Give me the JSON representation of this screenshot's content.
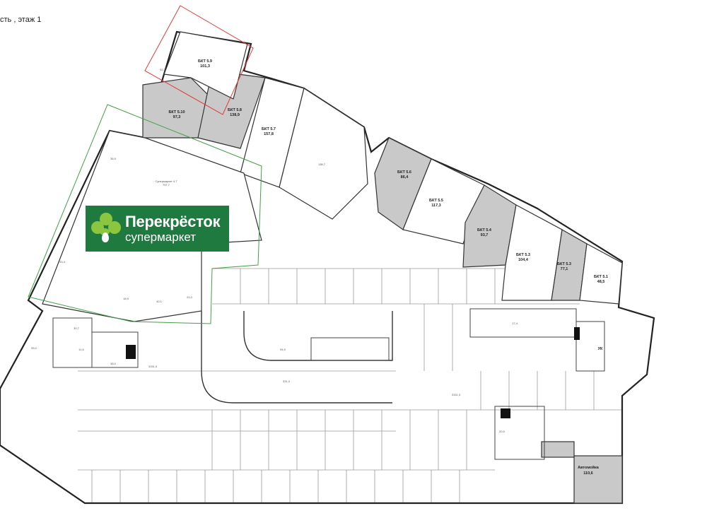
{
  "caption": "сть , этаж 1",
  "logo": {
    "name": "Перекрёсток",
    "subtitle": "супермаркет",
    "colors": {
      "background": "#1f7a3f",
      "leaf": "#8cc63f"
    },
    "icon": "clover-leaf-icon"
  },
  "units": [
    {
      "id": "unit-5-9",
      "code": "БКТ 5.9",
      "area": "101,3"
    },
    {
      "id": "unit-5-10",
      "code": "БКТ 5.10",
      "area": "97,3"
    },
    {
      "id": "unit-5-8",
      "code": "БКТ 5.8",
      "area": "138,9"
    },
    {
      "id": "unit-5-7",
      "code": "БКТ 5.7",
      "area": "157,8"
    },
    {
      "id": "unit-5-6",
      "code": "БКТ 5.6",
      "area": "86,4"
    },
    {
      "id": "unit-5-5",
      "code": "БКТ 5.5",
      "area": "117,3"
    },
    {
      "id": "unit-5-4",
      "code": "БКТ 5.4",
      "area": "93,7"
    },
    {
      "id": "unit-5-3a",
      "code": "БКТ 5.3",
      "area": "104,4"
    },
    {
      "id": "unit-5-3b",
      "code": "БКТ 5.3",
      "area": "77,1"
    },
    {
      "id": "unit-5-1",
      "code": "БКТ 5.1",
      "area": "48,5"
    },
    {
      "id": "car-wash",
      "code": "Автомойка",
      "area": "110,6"
    }
  ],
  "rooms": [
    {
      "id": "r-supermarket",
      "label": "Супермаркет  4.7",
      "area": "797,7"
    },
    {
      "id": "r-1",
      "area": "92,3"
    },
    {
      "id": "r-2",
      "area": "138,7"
    },
    {
      "id": "r-3",
      "area": "94,9"
    },
    {
      "id": "r-4",
      "area": "95,0"
    },
    {
      "id": "r-5",
      "area": "48,0"
    },
    {
      "id": "r-6",
      "area": "33,4"
    },
    {
      "id": "r-7",
      "area": "21,0"
    },
    {
      "id": "r-8",
      "area": "40,1"
    },
    {
      "id": "r-9",
      "area": "18,9"
    },
    {
      "id": "r-10",
      "area": "36,9"
    },
    {
      "id": "r-11",
      "area": "30,7"
    },
    {
      "id": "r-12",
      "area": "20,5"
    },
    {
      "id": "r-13",
      "area": "17,4"
    },
    {
      "id": "r-14",
      "area": "11,6"
    }
  ],
  "parking_labels": [
    "3151,0",
    "3151,3",
    "331,0"
  ],
  "legend_colors": {
    "highlight_red": "#e53935",
    "highlight_green": "#43a047",
    "unit_grey": "#c9c9c9"
  },
  "marks": [
    "УК"
  ]
}
